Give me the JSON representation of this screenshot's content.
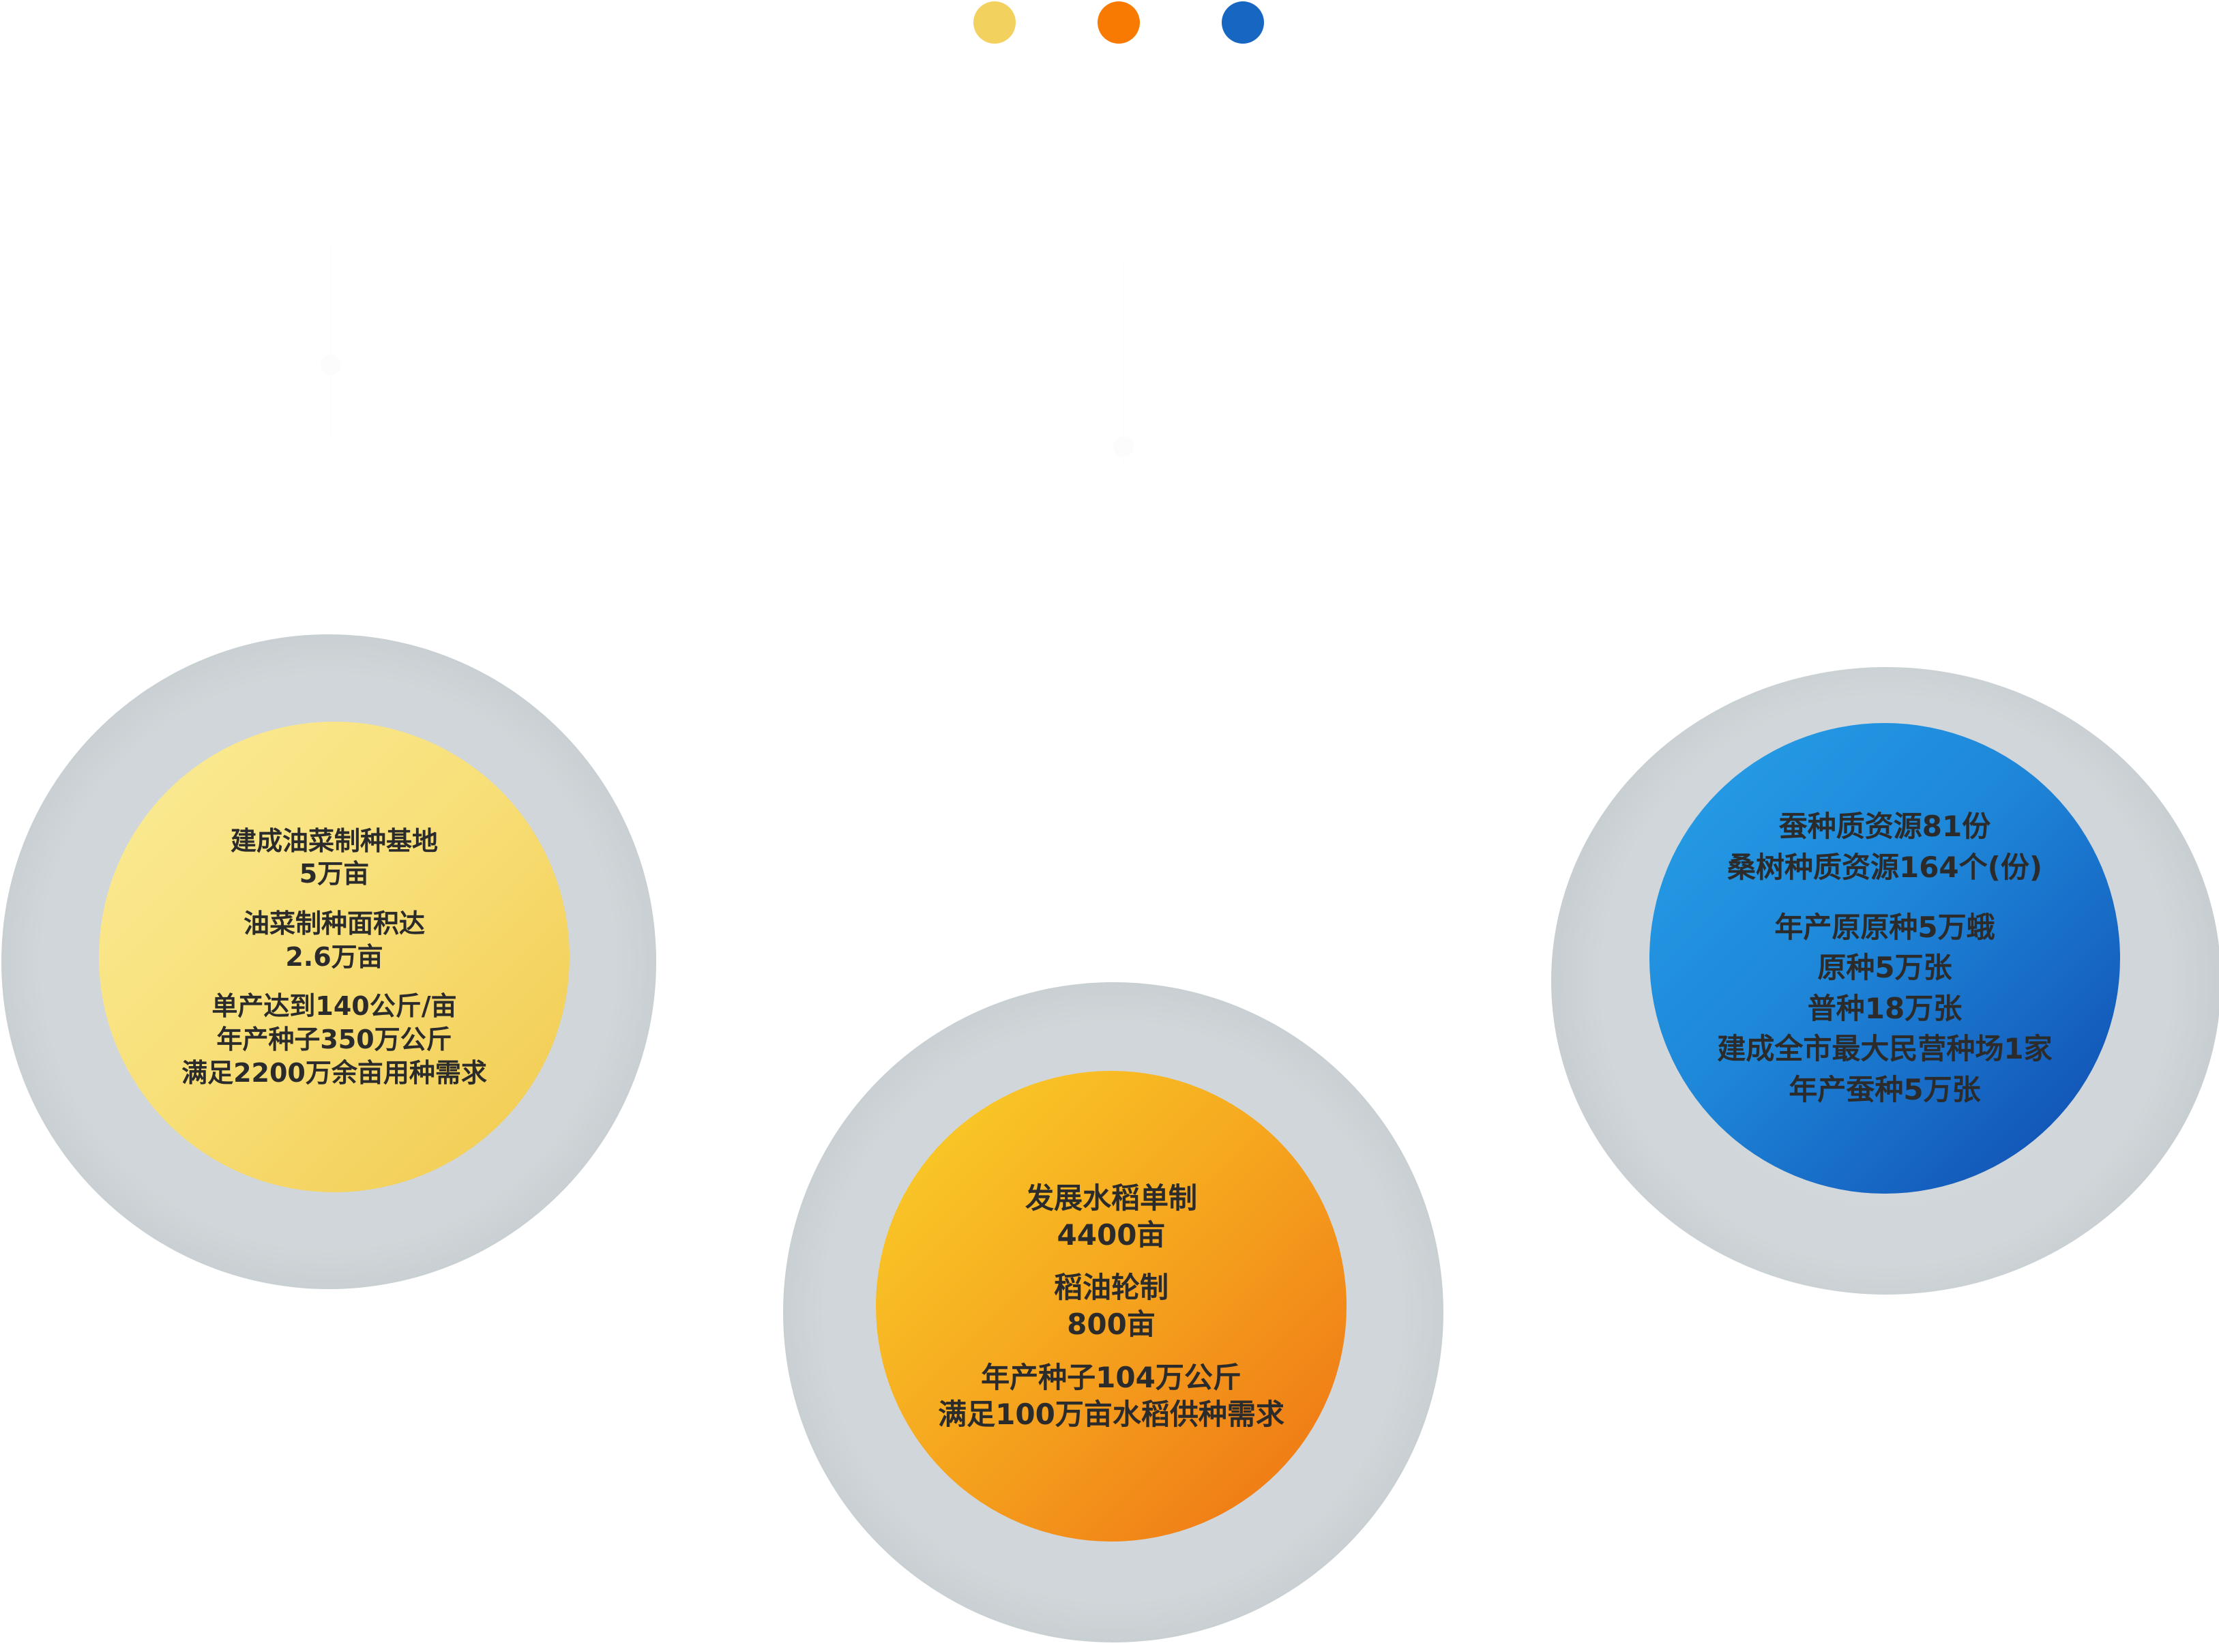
{
  "legend_dots": [
    {
      "name": "yellow",
      "color": "#f3d15e"
    },
    {
      "name": "orange",
      "color": "#f97a02"
    },
    {
      "name": "blue",
      "color": "#1767c2"
    }
  ],
  "circles": [
    {
      "theme": "yellow",
      "groups": [
        {
          "lines": [
            "建成油菜制种基地",
            "5万亩"
          ]
        },
        {
          "lines": [
            "油菜制种面积达",
            "2.6万亩"
          ]
        },
        {
          "lines": [
            "单产达到140公斤/亩",
            "年产种子350万公斤",
            "满足2200万余亩用种需求"
          ]
        }
      ]
    },
    {
      "theme": "orange",
      "groups": [
        {
          "lines": [
            "发展水稻单制",
            "4400亩"
          ]
        },
        {
          "lines": [
            "稻油轮制",
            "800亩"
          ]
        },
        {
          "lines": [
            "年产种子104万公斤",
            "满足100万亩水稻供种需求"
          ]
        }
      ]
    },
    {
      "theme": "blue",
      "groups": [
        {
          "lines": [
            "蚕种质资源81份",
            "桑树种质资源164个(份)"
          ]
        },
        {
          "lines": [
            "年产原原种5万蛾",
            "原种5万张",
            "普种18万张",
            "建成全市最大民营种场1家",
            "年产蚕种5万张"
          ]
        }
      ]
    }
  ]
}
